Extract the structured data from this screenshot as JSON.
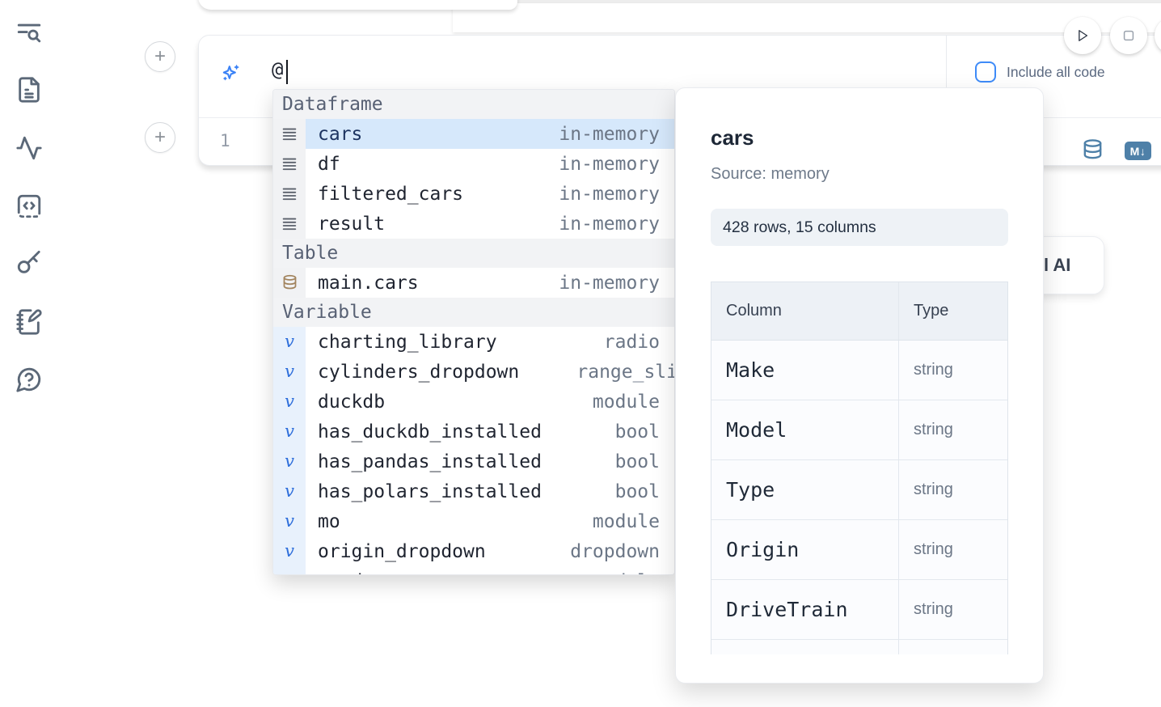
{
  "sidebar": {
    "icons": [
      "text-search",
      "file-text",
      "activity",
      "code-snippets",
      "secrets-key",
      "scratchpad",
      "help-chat"
    ]
  },
  "prompt_cell": {
    "input_text": "@",
    "include_all_code_label": "Include all code",
    "line_number": "1",
    "markdown_badge": "M↓"
  },
  "ai_card": {
    "visible_fragment": "l AI"
  },
  "completion": {
    "entries": [
      {
        "kind": "header",
        "label": "Dataframe"
      },
      {
        "kind": "item",
        "icon": "dataframe-rows-icon",
        "label": "cars",
        "type": "in-memory",
        "selected": true
      },
      {
        "kind": "item",
        "icon": "dataframe-rows-icon",
        "label": "df",
        "type": "in-memory"
      },
      {
        "kind": "item",
        "icon": "dataframe-rows-icon",
        "label": "filtered_cars",
        "type": "in-memory"
      },
      {
        "kind": "item",
        "icon": "dataframe-rows-icon",
        "label": "result",
        "type": "in-memory"
      },
      {
        "kind": "header",
        "label": "Table"
      },
      {
        "kind": "item",
        "icon": "database-icon",
        "label": "main.cars",
        "type": "in-memory"
      },
      {
        "kind": "header",
        "label": "Variable"
      },
      {
        "kind": "item",
        "icon": "variable-icon",
        "label": "charting_library",
        "type": "radio"
      },
      {
        "kind": "item",
        "icon": "variable-icon",
        "label": "cylinders_dropdown",
        "type": "range_sli"
      },
      {
        "kind": "item",
        "icon": "variable-icon",
        "label": "duckdb",
        "type": "module"
      },
      {
        "kind": "item",
        "icon": "variable-icon",
        "label": "has_duckdb_installed",
        "type": "bool"
      },
      {
        "kind": "item",
        "icon": "variable-icon",
        "label": "has_pandas_installed",
        "type": "bool"
      },
      {
        "kind": "item",
        "icon": "variable-icon",
        "label": "has_polars_installed",
        "type": "bool"
      },
      {
        "kind": "item",
        "icon": "variable-icon",
        "label": "mo",
        "type": "module"
      },
      {
        "kind": "item",
        "icon": "variable-icon",
        "label": "origin_dropdown",
        "type": "dropdown"
      },
      {
        "kind": "item",
        "icon": "variable-icon",
        "label": "pandas",
        "type": "module",
        "clipped": true
      }
    ]
  },
  "preview": {
    "title": "cars",
    "source": "Source: memory",
    "shape": "428 rows, 15 columns",
    "table": {
      "headers": [
        "Column",
        "Type"
      ],
      "rows": [
        {
          "column": "Make",
          "type": "string"
        },
        {
          "column": "Model",
          "type": "string"
        },
        {
          "column": "Type",
          "type": "string"
        },
        {
          "column": "Origin",
          "type": "string"
        },
        {
          "column": "DriveTrain",
          "type": "string"
        }
      ]
    }
  }
}
